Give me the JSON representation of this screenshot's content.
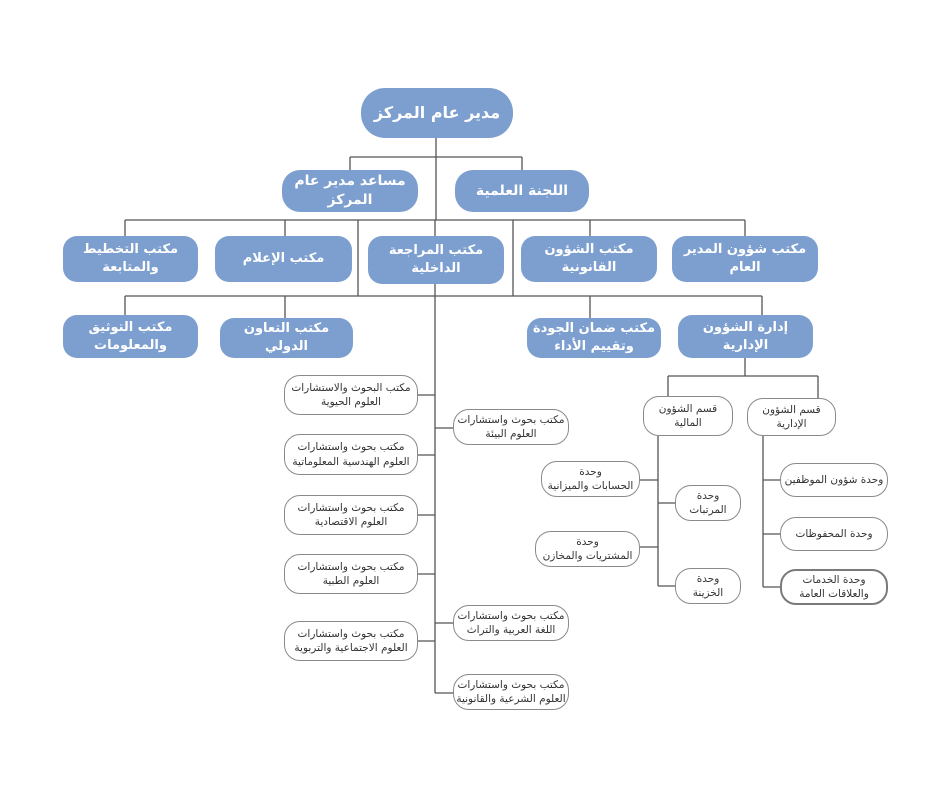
{
  "diagram": {
    "director": "مدير عام المركز",
    "level1": {
      "scientific_committee": "اللجنة العلمية",
      "assistant_director": "مساعد مدير عام المركز"
    },
    "level2": {
      "gm_affairs": "مكتب شؤون المدير العام",
      "legal_affairs": "مكتب الشؤون القانونية",
      "internal_review": "مكتب المراجعة\nالداخلية",
      "media": "مكتب الإعلام",
      "planning": "مكتب التخطيط\nوالمتابعة"
    },
    "level3": {
      "admin_affairs": "إدارة الشؤون الإدارية",
      "quality": "مكتب ضمان الجودة\nوتقييم الأداء",
      "intl_cooperation": "مكتب التعاون\nالدولي",
      "documentation": "مكتب التوثيق\nوالمعلومات"
    },
    "research_left": [
      "مكتب البحوث والاستشارات\nالعلوم الحيوية",
      "مكتب بحوث واستشارات\nالعلوم الهندسية المعلوماتية",
      "مكتب بحوث واستشارات\nالعلوم الاقتصادية",
      "مكتب بحوث واستشارات\nالعلوم الطبية",
      "مكتب بحوث واستشارات\nالعلوم الاجتماعية والتربوية"
    ],
    "research_right": [
      "مكتب بحوث واستشارات\nالعلوم البيئة",
      "مكتب بحوث واستشارات\nاللغة العربية والتراث",
      "مكتب بحوث واستشارات\nالعلوم الشرعية والقانونية"
    ],
    "departments": {
      "financial": "قسم الشؤون\nالمالية",
      "administrative": "قسم الشؤون\nالإدارية"
    },
    "financial_units_left": [
      "وحدة\nالحسابات والميزانية",
      "وحدة\nالمشتريات والمخازن"
    ],
    "financial_units_right": [
      "وحدة\nالمرتبات",
      "وحدة\nالخزينة"
    ],
    "admin_units": [
      "وحدة شؤون الموظفين",
      "وحدة المحفوظات",
      "وحدة الخدمات\nوالعلاقات العامة"
    ]
  }
}
